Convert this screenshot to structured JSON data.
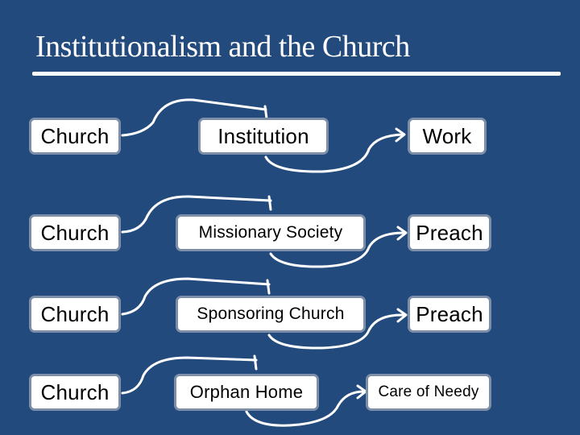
{
  "title": "Institutionalism and the Church",
  "colors": {
    "background": "#224a7d",
    "box_fill": "#ffffff",
    "box_border": "#7d8ea8",
    "arrow": "#ffffff"
  },
  "rows": [
    {
      "church": "Church",
      "institution": "Institution",
      "work": "Work"
    },
    {
      "church": "Church",
      "institution": "Missionary Society",
      "work": "Preach"
    },
    {
      "church": "Church",
      "institution": "Sponsoring Church",
      "work": "Preach"
    },
    {
      "church": "Church",
      "institution": "Orphan Home",
      "work": "Care of Needy"
    }
  ]
}
